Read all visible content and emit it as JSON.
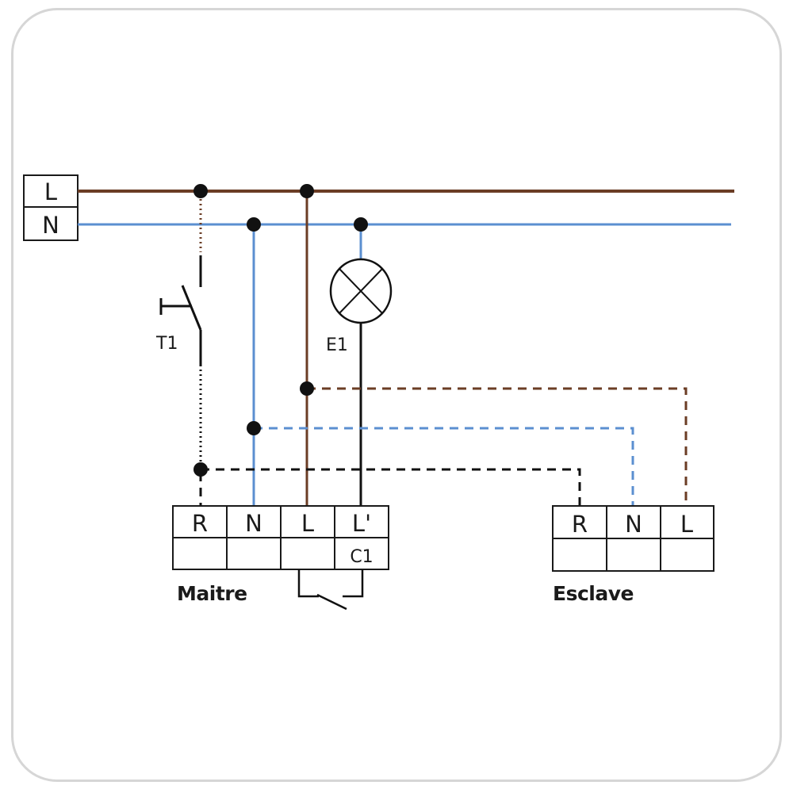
{
  "colors": {
    "phase": "#6b3d25",
    "neutral": "#5b8fd0",
    "black": "#111111",
    "frame": "#d6d6d6"
  },
  "supply": {
    "phase_label": "L",
    "neutral_label": "N"
  },
  "switch": {
    "label": "T1"
  },
  "lamp": {
    "label": "E1"
  },
  "master": {
    "title": "Maitre",
    "terminals": [
      "R",
      "N",
      "L",
      "L'"
    ],
    "contact_label": "C1"
  },
  "slave": {
    "title": "Esclave",
    "terminals": [
      "R",
      "N",
      "L"
    ]
  }
}
